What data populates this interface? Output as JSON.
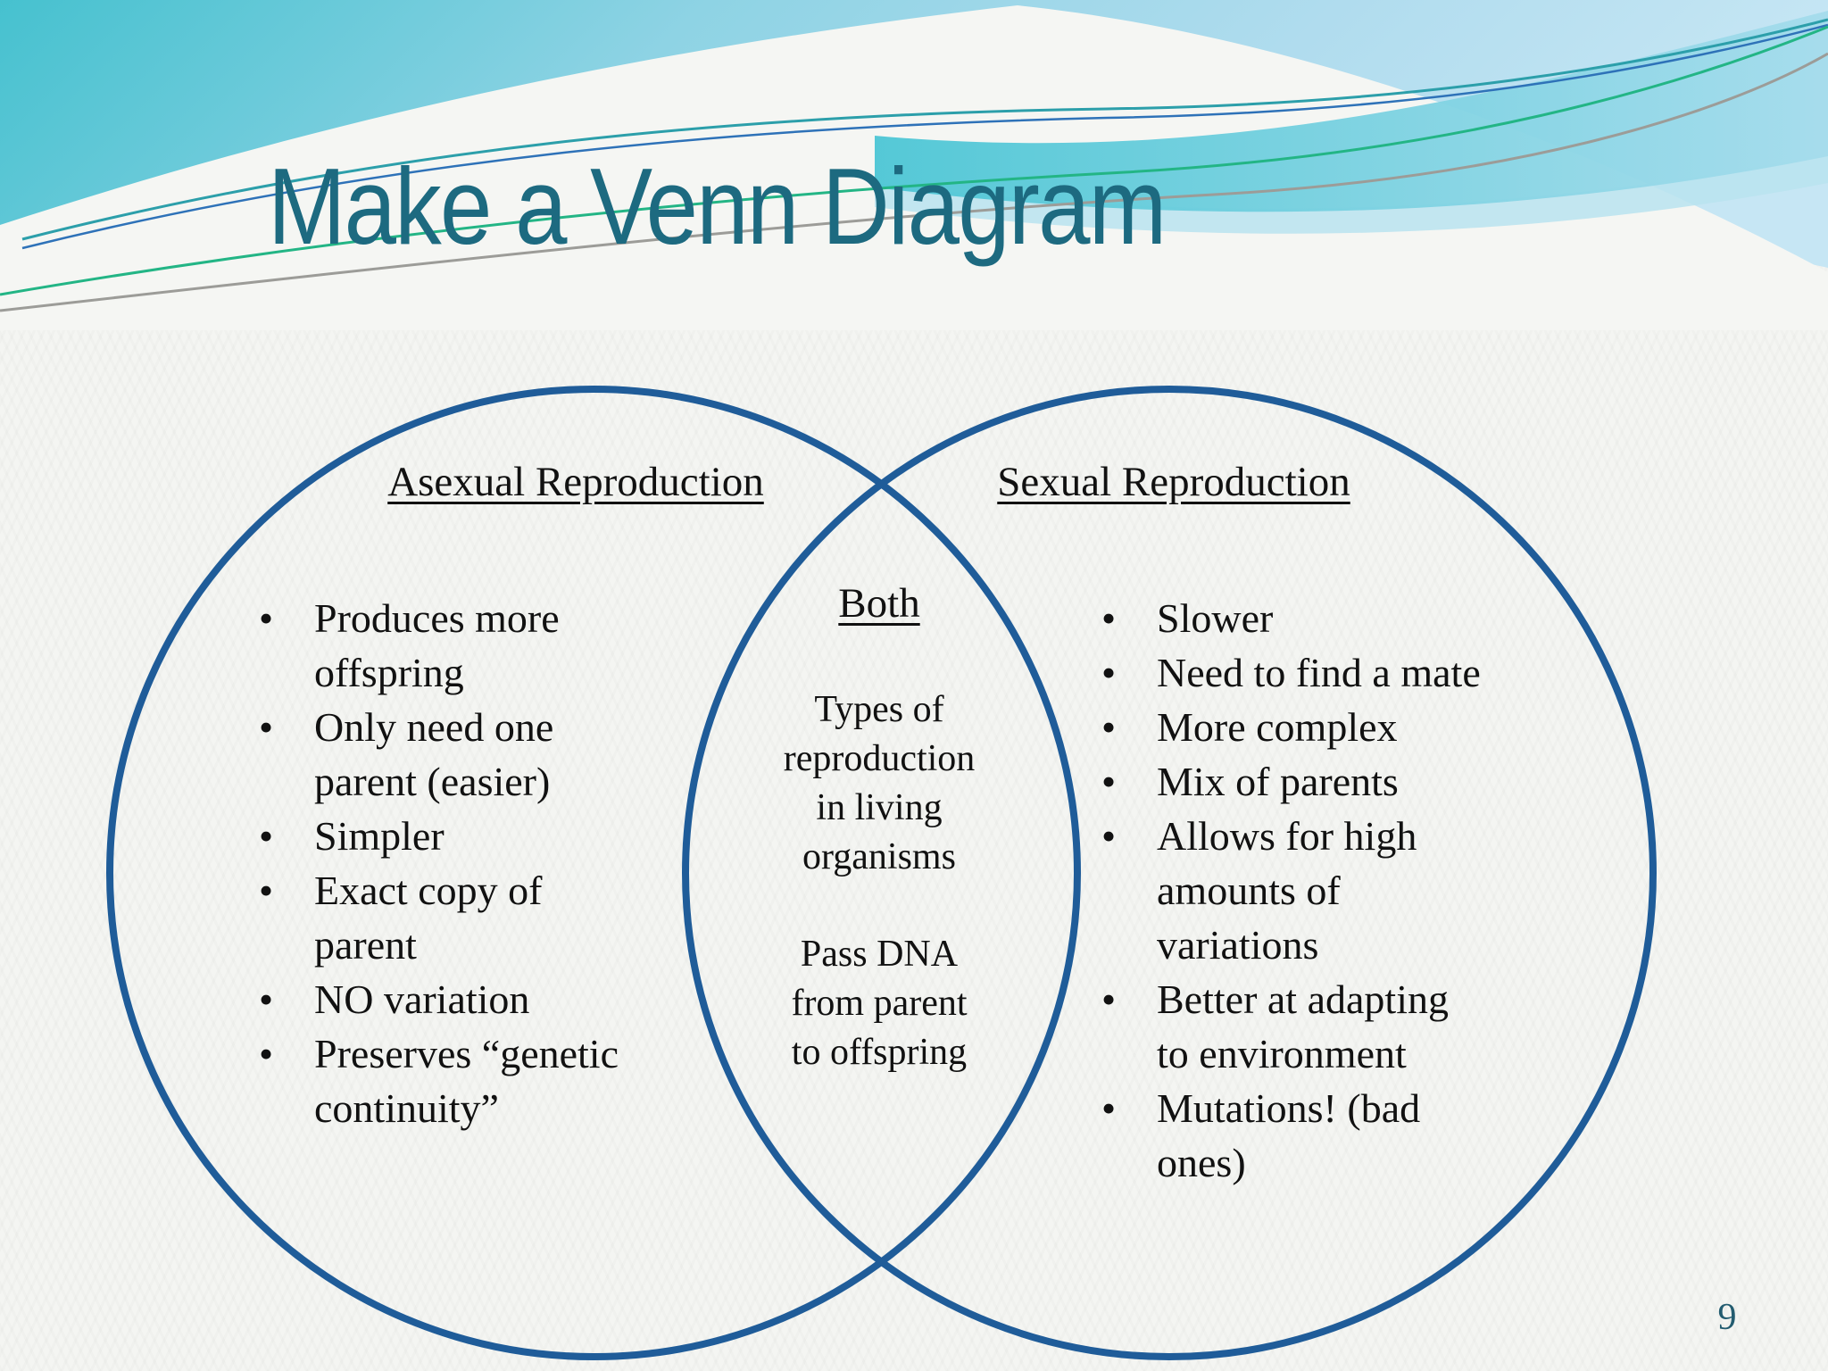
{
  "slide": {
    "title": "Make a Venn Diagram",
    "page_number": "9"
  },
  "venn": {
    "left": {
      "heading": "Asexual Reproduction",
      "items": [
        "Produces more\noffspring",
        "Only need one\nparent (easier)",
        "Simpler",
        "Exact copy of\nparent",
        "NO variation",
        "Preserves “genetic\ncontinuity”"
      ]
    },
    "middle": {
      "heading": "Both",
      "paragraphs": [
        "Types of\nreproduction\nin living\norganisms",
        "Pass DNA\nfrom parent\nto offspring"
      ]
    },
    "right": {
      "heading": "Sexual Reproduction",
      "items": [
        "Slower",
        "Need to find a mate",
        "More complex",
        "Mix of parents",
        "Allows for high\namounts of\nvariations",
        "Better at adapting\nto environment",
        "Mutations! (bad\nones)"
      ]
    }
  },
  "colors": {
    "title_teal": "#1d6a80",
    "circle_stroke_blue": "#1f5c99",
    "text_black": "#111111",
    "page_number_teal": "#235c70",
    "wave_teal": "#4cc2d0",
    "wave_light_blue": "#b9e0f0",
    "accent_line_green": "#23b585",
    "accent_line_blue": "#2e72b8",
    "accent_line_gray": "#9c9c98",
    "background_offwhite": "#f4f5f2"
  }
}
